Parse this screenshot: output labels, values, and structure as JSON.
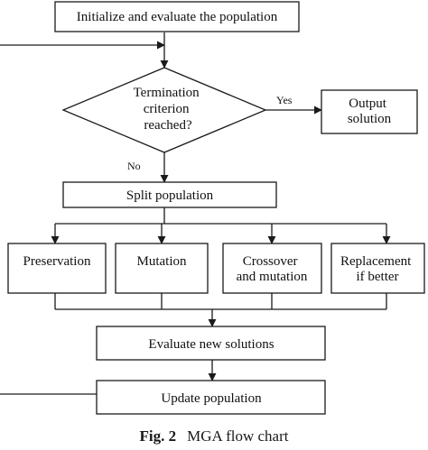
{
  "nodes": {
    "init": [
      "Initialize and evaluate the population"
    ],
    "termination": [
      "Termination",
      "criterion",
      "reached?"
    ],
    "output": [
      "Output",
      "solution"
    ],
    "split": [
      "Split population"
    ],
    "preservation": [
      "Preservation"
    ],
    "mutation": [
      "Mutation"
    ],
    "crossover": [
      "Crossover",
      "and mutation"
    ],
    "replacement": [
      "Replacement",
      "if better"
    ],
    "evaluate": [
      "Evaluate new solutions"
    ],
    "update": [
      "Update population"
    ]
  },
  "edges": {
    "yes": "Yes",
    "no": "No"
  },
  "caption": {
    "label": "Fig. 2",
    "text": "MGA flow chart"
  },
  "colors": {
    "stroke": "#1a1a1a",
    "text": "#111111",
    "background": "#ffffff"
  }
}
